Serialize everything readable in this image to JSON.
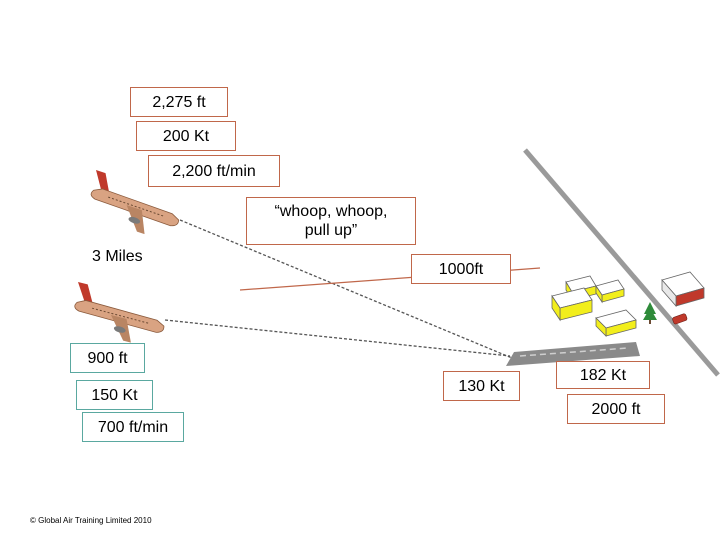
{
  "labels": {
    "altitude_upper": "2,275 ft",
    "speed_upper": "200 Kt",
    "descent_upper": "2,200 ft/min",
    "warning_line1": "“whoop, whoop,",
    "warning_line2": "pull up”",
    "distance": "3 Miles",
    "threshold_height": "1000ft",
    "altitude_lower": "900 ft",
    "speed_lower": "150 Kt",
    "descent_lower": "700 ft/min",
    "speed_touchdown": "130 Kt",
    "speed_runway": "182 Kt",
    "distance_runway": "2000 ft"
  },
  "copyright": "© Global Air Training Limited 2010",
  "colors": {
    "orange_border": "#c0674a",
    "teal_border": "#5aa8a0",
    "runway": "#8a8a8a",
    "road": "#9a9a9a",
    "building": "#f2ee1c",
    "aircraft_body": "#d9a382",
    "aircraft_tail": "#c0392b"
  },
  "icons": [
    "aircraft-icon",
    "building-icon",
    "tree-icon",
    "car-icon"
  ]
}
